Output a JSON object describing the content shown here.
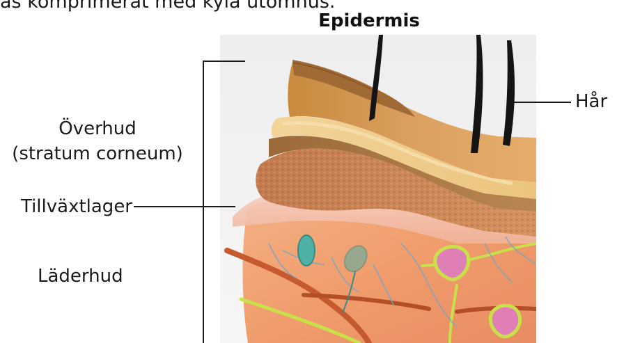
{
  "header": {
    "cut_text": "as komprimerat med kyla utomhus."
  },
  "diagram": {
    "title": "Epidermis",
    "labels": {
      "overhud_line1": "Överhud",
      "overhud_line2": "(stratum corneum)",
      "tillvaxtlager": "Tillväxtlager",
      "laderhud": "Läderhud",
      "har": "Hår"
    }
  },
  "colors": {
    "background": "#ffffff",
    "text": "#1a1a1a",
    "leader_line": "#1a1a1a",
    "surface_skin": "#d89a52",
    "fat_layer": "#c98a58",
    "dermis": "#f0a072",
    "hair": "#151515",
    "nerve": "#c9e04a",
    "vessel": "#c45a2e",
    "cell_teal": "#4fb0a6",
    "gland_pink": "#e07fb5"
  }
}
